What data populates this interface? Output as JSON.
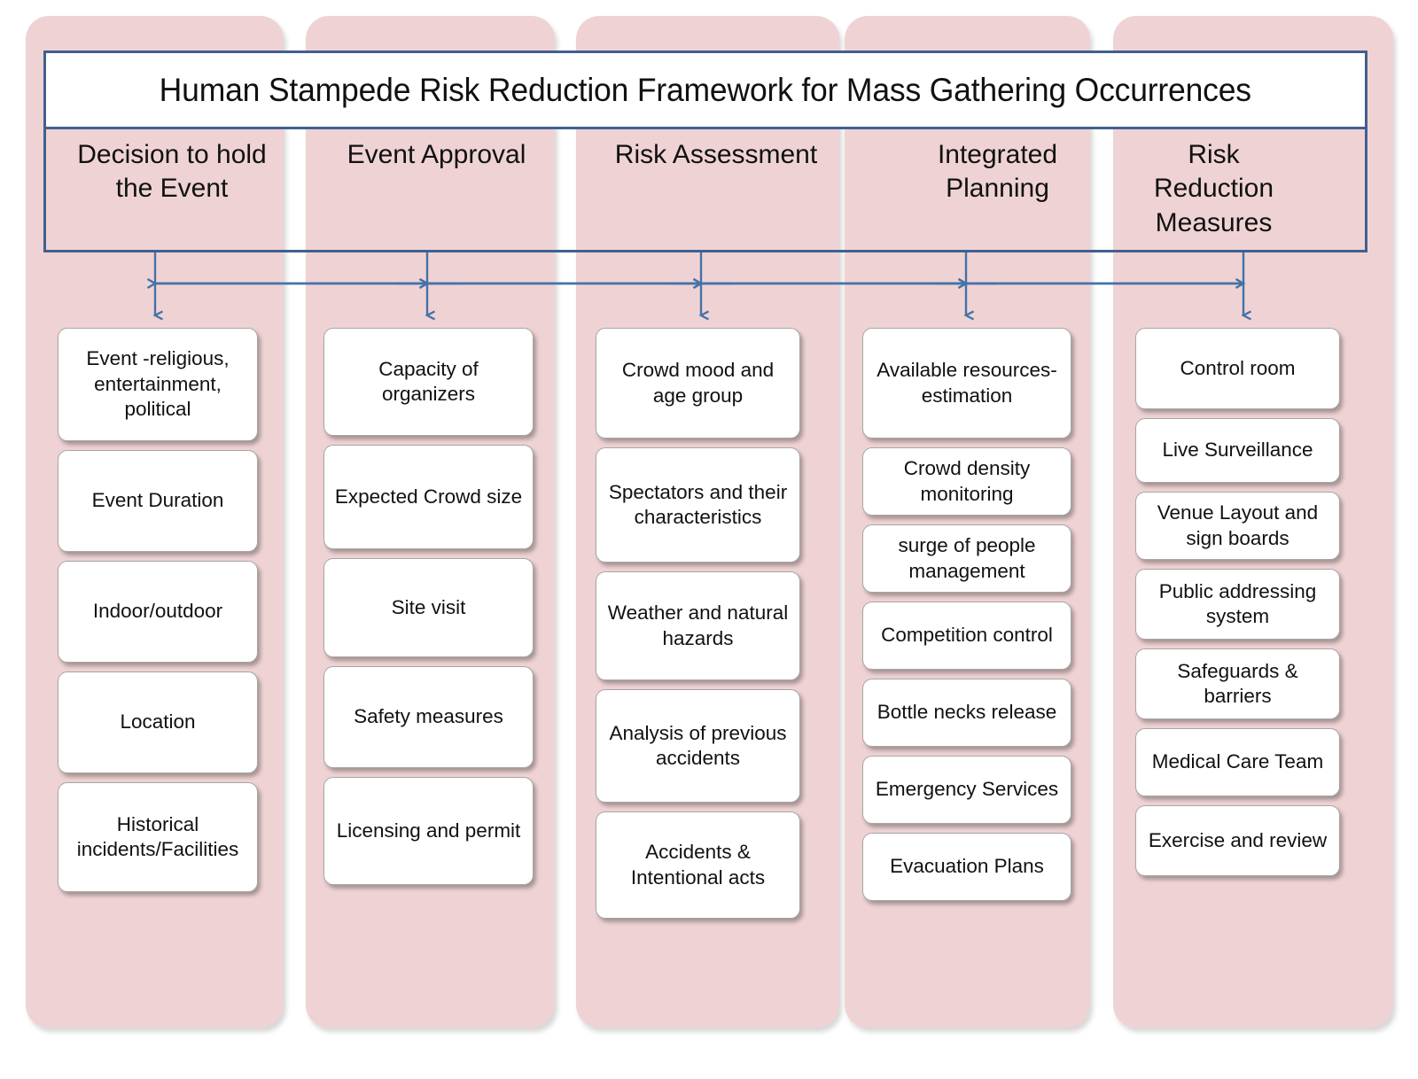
{
  "diagram": {
    "title": "Human Stampede Risk Reduction Framework for Mass Gathering Occurrences",
    "colors": {
      "panel_pink": "#EFD3D4",
      "frame_blue": "#41608E",
      "arrow_blue": "#4472A8",
      "box_white": "#FFFFFF",
      "box_border": "#A6A6A6",
      "text": "#111111"
    },
    "columns": [
      {
        "label": "Decision to hold\nthe Event",
        "label_line1": "Decision to hold",
        "label_line2": "the Event",
        "items": [
          "Event -religious, entertainment, political",
          "Event Duration",
          "Indoor/outdoor",
          "Location",
          "Historical incidents/Facilities"
        ]
      },
      {
        "label": "Event Approval",
        "label_line1": "Event Approval",
        "label_line2": "",
        "items": [
          "Capacity of organizers",
          "Expected Crowd size",
          "Site visit",
          "Safety measures",
          "Licensing and permit"
        ]
      },
      {
        "label": "Risk Assessment",
        "label_line1": "Risk Assessment",
        "label_line2": "",
        "items": [
          "Crowd mood and age group",
          "Spectators and their characteristics",
          "Weather and natural hazards",
          "Analysis of previous accidents",
          "Accidents & Intentional acts"
        ]
      },
      {
        "label": "Integrated\nPlanning",
        "label_line1": "Integrated",
        "label_line2": "Planning",
        "items": [
          "Available resources-estimation",
          "Crowd density monitoring",
          "surge of people management",
          "Competition control",
          "Bottle necks release",
          "Emergency Services",
          "Evacuation Plans"
        ]
      },
      {
        "label": "Risk Reduction\nMeasures",
        "label_line1": "Risk Reduction",
        "label_line2": "Measures",
        "items": [
          "Control room",
          "Live Surveillance",
          "Venue Layout and sign boards",
          "Public addressing system",
          "Safeguards & barriers",
          "Medical Care Team",
          "Exercise and review"
        ]
      }
    ]
  }
}
